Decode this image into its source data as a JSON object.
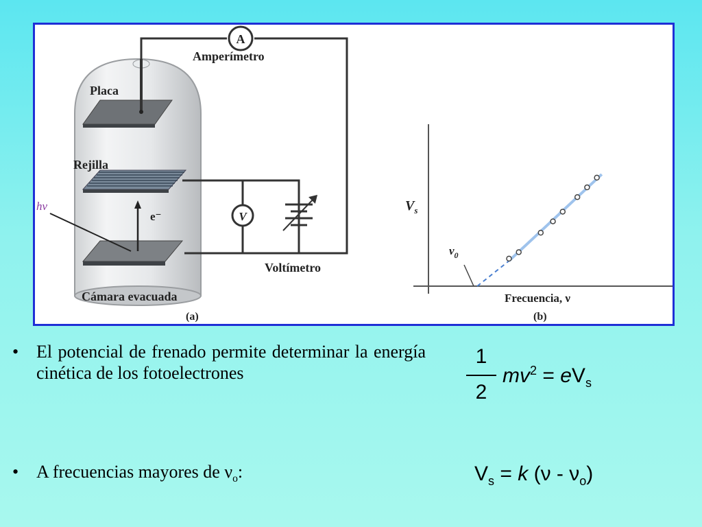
{
  "figure": {
    "ammeter_symbol": "A",
    "voltmeter_symbol": "V",
    "labels": {
      "ammeter": "Amperímetro",
      "plate": "Placa",
      "grid": "Rejilla",
      "photon": "hν",
      "electron": "e⁻",
      "voltmeter": "Voltímetro",
      "chamber": "Cámara evacuada",
      "panel_a": "(a)",
      "panel_b": "(b)"
    },
    "graph": {
      "ylabel": "V",
      "ylabel_sub": "s",
      "xlabel": "Frecuencia, ν",
      "threshold_label": "ν",
      "threshold_sub": "0"
    }
  },
  "chart_data": {
    "type": "scatter",
    "xlabel": "Frecuencia, ν",
    "ylabel": "Vs",
    "threshold": 0.2,
    "xlim": [
      0,
      1
    ],
    "ylim": [
      0,
      1
    ],
    "points": [
      {
        "x": 0.33,
        "y": 0.17
      },
      {
        "x": 0.37,
        "y": 0.21
      },
      {
        "x": 0.46,
        "y": 0.33
      },
      {
        "x": 0.51,
        "y": 0.4
      },
      {
        "x": 0.55,
        "y": 0.46
      },
      {
        "x": 0.61,
        "y": 0.55
      },
      {
        "x": 0.65,
        "y": 0.61
      },
      {
        "x": 0.69,
        "y": 0.67
      }
    ]
  },
  "bullets": [
    {
      "text": "El potencial de frenado permite determinar la energía cinética de los fotoelectrones"
    },
    {
      "text": "A frecuencias mayores de ν",
      "sub": "o",
      "suffix": ":"
    }
  ],
  "equations": {
    "eq1": {
      "num": "1",
      "den": "2",
      "mv": "mv",
      "pow": "2",
      "eq": "=",
      "e": "e",
      "V": "V",
      "sub": "s"
    },
    "eq2": {
      "V": "V",
      "sub": "s",
      "eq": "=",
      "k": "k",
      "open": "(ν - ν",
      "sub2": "o",
      "close": ")"
    }
  }
}
